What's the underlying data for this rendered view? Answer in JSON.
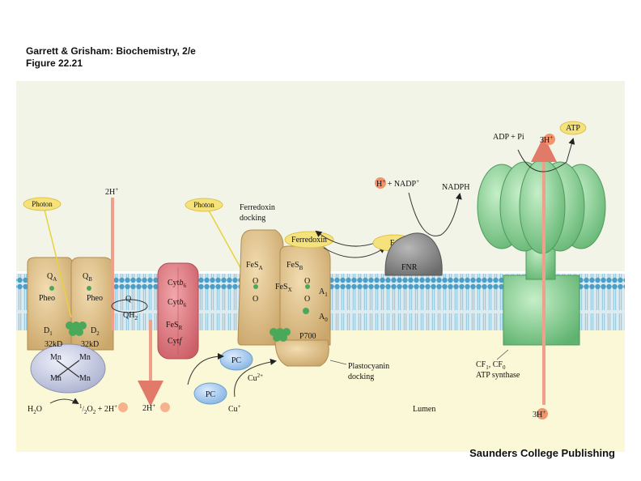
{
  "header": {
    "line1": "Garrett & Grisham: Biochemistry, 2/e",
    "line2": "Figure 22.21"
  },
  "publisher": "Saunders College Publishing",
  "colors": {
    "stroma_bg": "#f1f4e6",
    "lumen_bg": "#fbf8d8",
    "membrane_head": "#4a9fc9",
    "membrane_tail": "#cfe7ef",
    "psii": "#e0c48f",
    "cyt": "#e07f86",
    "psi": "#e0c48f",
    "fnr": "#8a8a8a",
    "atp_synthase": "#7fd18e",
    "pc": "#9ec6ee",
    "photon": "#f6e27a",
    "proton": "#f2946b",
    "mn_cluster": "#c9cfe6"
  },
  "labels": {
    "photon": "Photon",
    "two_h_top": "2H",
    "two_h_bottom": "2H",
    "plus": "+",
    "qa": "Q",
    "qa_sub": "A",
    "qb": "Q",
    "qb_sub": "B",
    "pheo": "Pheo",
    "d": "D",
    "d1_sub": "1",
    "d2_sub": "2",
    "kd": "32kD",
    "mn": "Mn",
    "h2o": "H",
    "h2o_sub": "2",
    "h2o_tail": "O",
    "half": "1",
    "half_den": "2",
    "o2": "O",
    "o2_sub": "2",
    "plus_2h": " + 2H",
    "q": "Q",
    "qh2": "QH",
    "qh2_sub": "2",
    "cyt": "Cyt",
    "b6": "b",
    "b6_sub": "6",
    "fesr": "FeS",
    "fesr_sub": "R",
    "cytf": "Cyt",
    "f": "f",
    "ferredoxin_docking_1": "Ferredoxin",
    "ferredoxin_docking_2": "docking",
    "ferredoxin": "Ferredoxin",
    "fes_a": "FeS",
    "fes_a_sub": "A",
    "fes_b": "FeS",
    "fes_b_sub": "B",
    "fes_x": "FeS",
    "fes_x_sub": "X",
    "a1": "A",
    "a1_sub": "1",
    "a0": "A",
    "a0_sub": "0",
    "o": "O",
    "p700": "P700",
    "pc": "PC",
    "cu2": "Cu",
    "cu2_sup": "2+",
    "cu1": "Cu",
    "cu1_sup": "+",
    "plastocyanin_docking_1": "Plastocyanin",
    "plastocyanin_docking_2": "docking",
    "fd": "Fd",
    "fnr": "FNR",
    "h": "H",
    "nadp": " + NADP",
    "nadph": "NADPH",
    "adp_pi": "ADP + Pi",
    "three_h": "3H",
    "atp": "ATP",
    "cf1_cf0_a": "CF",
    "cf1_sub": "1",
    "cf0_sep": ", CF",
    "cf0_sub": "0",
    "atp_synthase": "ATP synthase",
    "lumen": "Lumen"
  }
}
